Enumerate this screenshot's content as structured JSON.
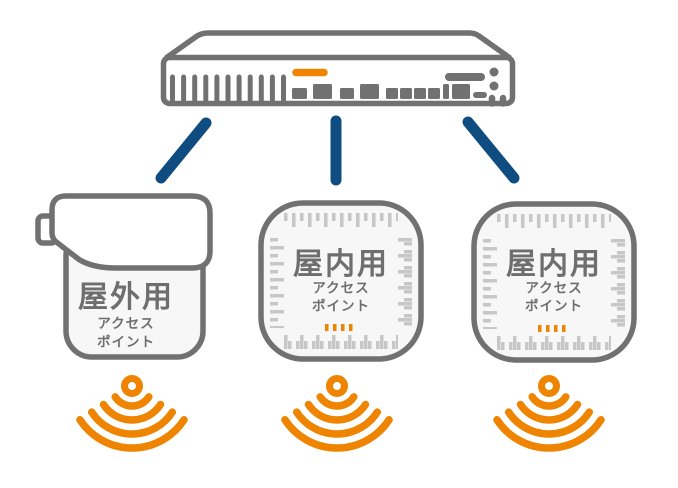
{
  "diagram": {
    "outdoor_ap": {
      "label_line1": "屋外用",
      "label_line2": "アクセス",
      "label_line3": "ポイント"
    },
    "indoor_ap_center": {
      "label_line1": "屋内用",
      "label_line2": "アクセス",
      "label_line3": "ポイント"
    },
    "indoor_ap_right": {
      "label_line1": "屋内用",
      "label_line2": "アクセス",
      "label_line3": "ポイント"
    },
    "colors": {
      "orange": "#ee8400",
      "navy": "#0f4c7f",
      "device_gray": "#717171",
      "tick_gray": "#c7c7c7",
      "text_gray": "#6e6e6e",
      "ap_fill": "#f7f7f7"
    }
  }
}
